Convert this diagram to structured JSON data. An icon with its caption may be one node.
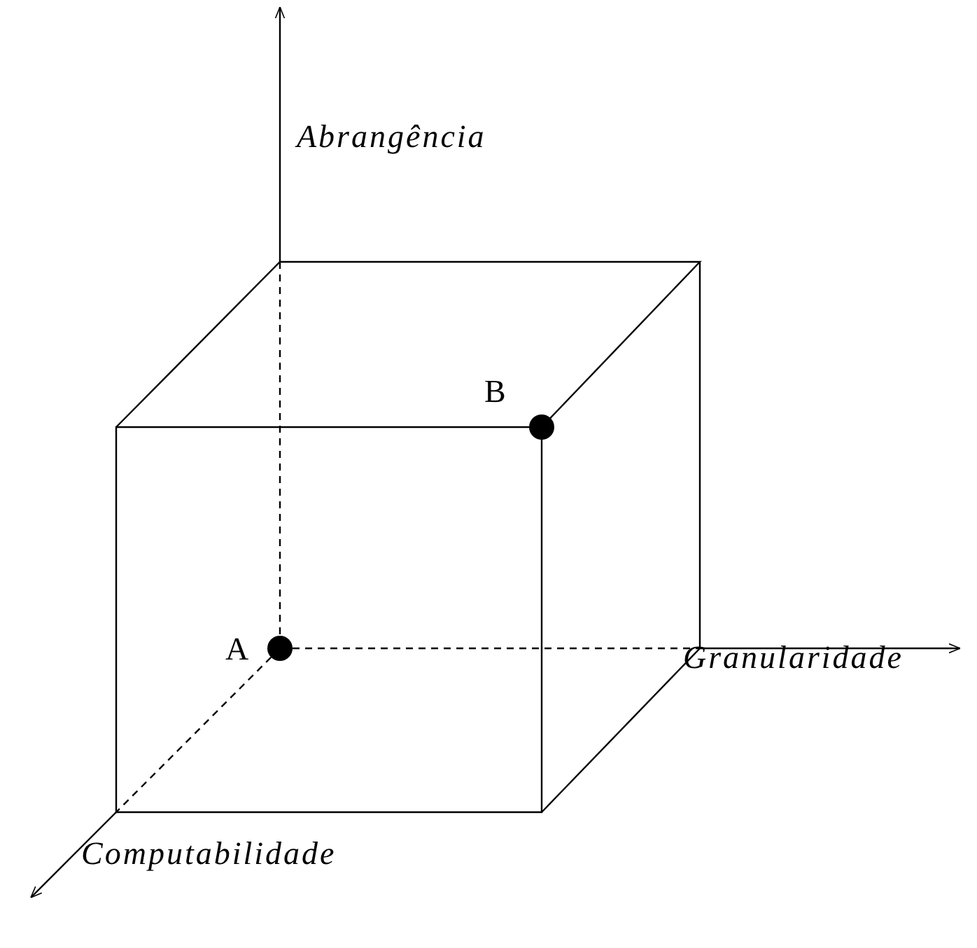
{
  "diagram": {
    "nodes": [
      {
        "text": [],
        "shape": "circle",
        "beside": [
          "A"
        ]
      },
      {
        "text": [],
        "shape": "circle",
        "beside": [
          "B"
        ]
      }
    ],
    "labels": [
      "Abrangência",
      "Granularidade",
      "Computabilidade"
    ]
  }
}
